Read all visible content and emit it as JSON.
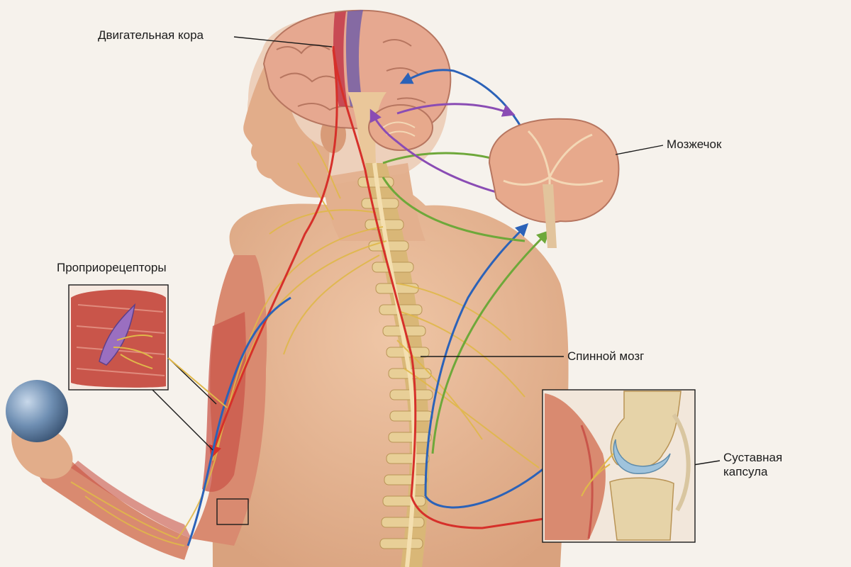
{
  "labels": {
    "motor_cortex": "Двигательная кора",
    "cerebellum": "Мозжечок",
    "proprioceptors": "Проприорецепторы",
    "spinal_cord": "Спинной мозг",
    "joint_capsule_line1": "Суставная",
    "joint_capsule_line2": "капсула"
  },
  "colors": {
    "background": "#f6f2ec",
    "skin": "#e8b896",
    "muscle": "#c9554a",
    "nerve": "#e0b84a",
    "brain": "#e6a890",
    "motor_strip": "#c23a4a",
    "sensory_strip": "#6d5aa8",
    "spine": "#d9b777",
    "pathway_red": "#d6302a",
    "pathway_blue": "#2b62b8",
    "pathway_green": "#6ea83a",
    "pathway_purple": "#8a4cb4",
    "ball": "#6f8fb3",
    "bone": "#e6d3a8",
    "cartilage": "#9fc3dc"
  },
  "icons": [
    "brain",
    "cerebellum",
    "spinal-cord",
    "muscle-spindle",
    "knee-joint",
    "ball"
  ]
}
